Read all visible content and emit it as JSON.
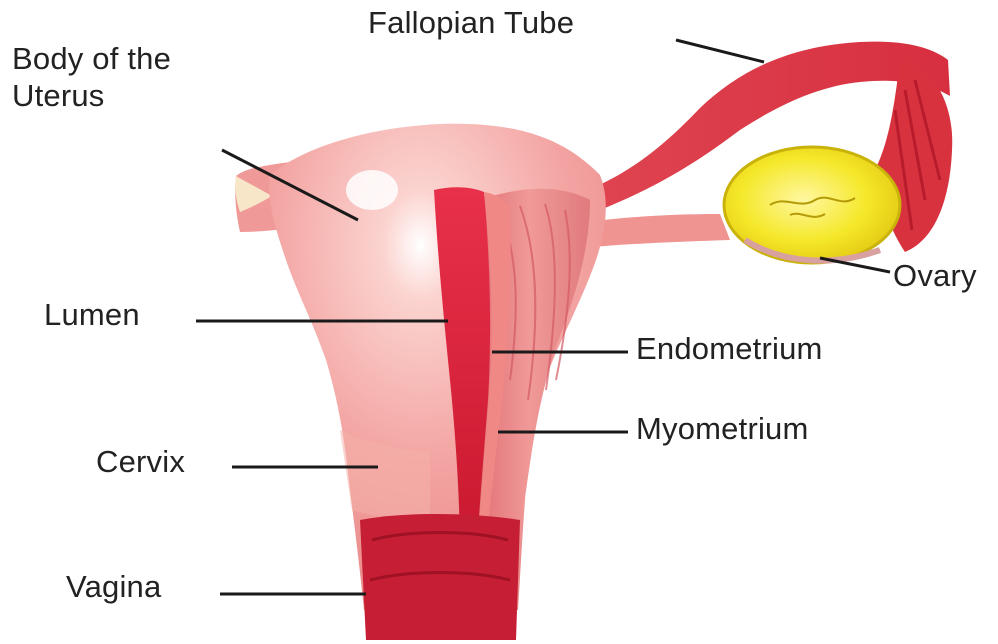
{
  "labels": {
    "fallopian_tube": "Fallopian Tube",
    "body_of_uterus": "Body of the Uterus",
    "ovary": "Ovary",
    "lumen": "Lumen",
    "endometrium": "Endometrium",
    "myometrium": "Myometrium",
    "cervix": "Cervix",
    "vagina": "Vagina"
  },
  "colors": {
    "background": "#ffffff",
    "tissue_light": "#f6b4b0",
    "tissue_mid": "#ee8c8c",
    "tissue_dark": "#c8182e",
    "lumen": "#d21e3c",
    "tube": "#df3c4a",
    "ovary": "#f2e61e",
    "ovary_outline": "#c9b20a",
    "leader_line": "#1a1a1a",
    "label_text": "#222222"
  }
}
